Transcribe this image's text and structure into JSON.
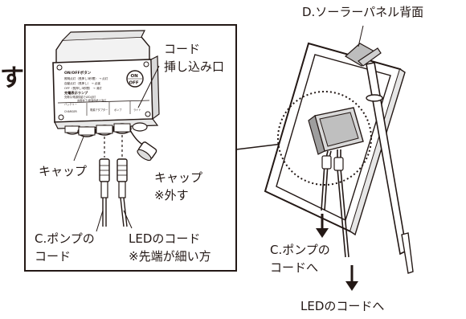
{
  "page": {
    "partial_heading": "す"
  },
  "labels": {
    "panel_back": "D.ソーラーパネル背面",
    "cord_inlet_1": "コード",
    "cord_inlet_2": "挿し込み口",
    "cap": "キャップ",
    "cap_remove_1": "キャップ",
    "cap_remove_2": "※外す",
    "pump_cord_1": "C.ポンプの",
    "pump_cord_2": "コード",
    "led_cord_1": "LEDのコード",
    "led_cord_2": "※先端が細い方",
    "to_pump_cord_1": "C.ポンプの",
    "to_pump_cord_2": "コードへ",
    "to_led_cord": "LEDのコードへ"
  },
  "controller": {
    "onoff_button_title": "ON/OFFボタン",
    "row1": "照明点灯（長押し3秒間） → 点灯",
    "row2": "自動点灯（長押し） → 点滅",
    "row3": "OFF（長押し3秒間） → 消灯",
    "indicator_title": "充電表示ランプ",
    "ind1": "充電中/電源供給でLED点灯",
    "ind2": "充電完了/電源供給で消灯",
    "ind3": "バッテリー",
    "port_charge": "CHARGER",
    "port_adapter": "電源アダプター",
    "port_pump": "ポンプ",
    "port_light": "ライト",
    "btn_on": "ON",
    "btn_off": "OFF"
  }
}
